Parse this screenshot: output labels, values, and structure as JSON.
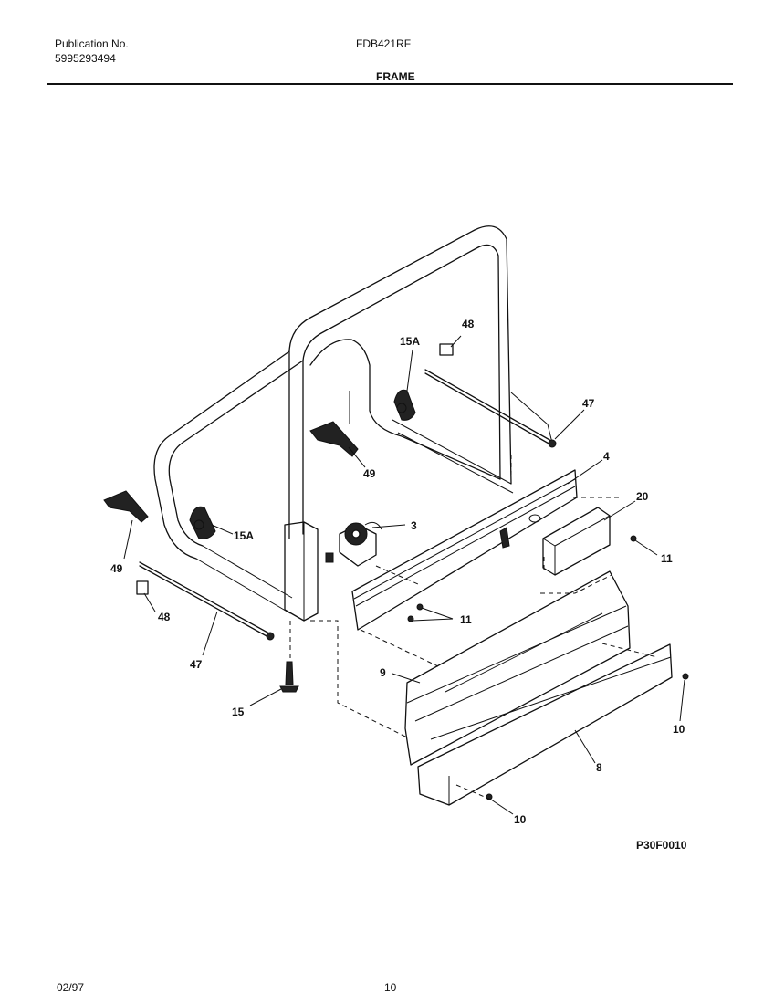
{
  "header": {
    "publication_label": "Publication No.",
    "publication_number": "5995293494",
    "model": "FDB421RF",
    "section": "FRAME"
  },
  "diagram_code": "P30F0010",
  "footer": {
    "date": "02/97",
    "page": "10"
  },
  "callouts": {
    "c48_top": "48",
    "c15a_top": "15A",
    "c47_right": "47",
    "c49_mid": "49",
    "c4": "4",
    "c20": "20",
    "c3": "3",
    "c15a_left": "15A",
    "c11_right": "11",
    "c49_left": "49",
    "c48_left": "48",
    "c11_mid": "11",
    "c47_left": "47",
    "c9": "9",
    "c10_right": "10",
    "c15": "15",
    "c8": "8",
    "c10_bottom": "10"
  }
}
